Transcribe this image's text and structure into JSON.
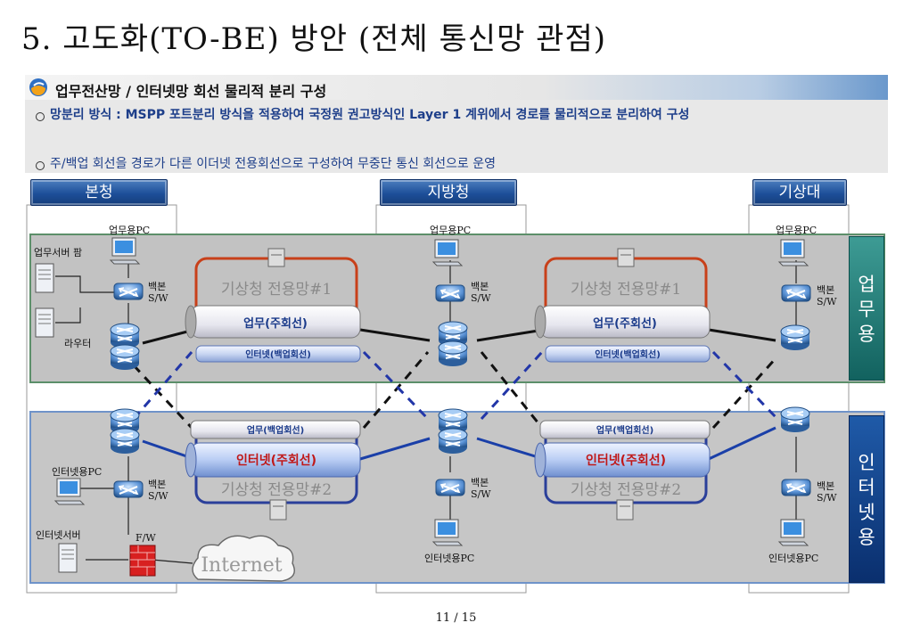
{
  "title": "5. 고도화(TO-BE) 방안 (전체 통신망 관점)",
  "section_title": "업무전산망 / 인터넷망 회선 물리적 분리 구성",
  "bullets": [
    "망분리 방식 : MSPP 포트분리 방식을 적용하여 국정원 권고방식인 Layer 1 계위에서 경로를 물리적으로 분리하여 구성",
    "주/백업 회선을 경로가 다른 이더넷 전용회선으로 구성하여 무중단 통신 회선으로 운영"
  ],
  "sites": {
    "hq": "본청",
    "regional": "지방청",
    "kma": "기상대"
  },
  "zones": {
    "business": "업무용",
    "internet": "인터넷용"
  },
  "labels": {
    "business_pc": "업무용PC",
    "server_farm": "업무서버 팜",
    "backbone_sw": "백본\nS/W",
    "router": "라우터",
    "internet_pc": "인터넷용PC",
    "internet_server": "인터넷서버",
    "firewall": "F/W",
    "internet": "Internet"
  },
  "networks": {
    "dedicated1": "기상청 전용망#1",
    "dedicated2": "기상청 전용망#2",
    "business_main": "업무(주회선)",
    "internet_backup": "인터넷(백업회선)",
    "business_backup": "업무(백업회선)",
    "internet_main": "인터넷(주회선)"
  },
  "colors": {
    "business_zone": "#2f8f88",
    "internet_zone": "#1a4f99",
    "net1_border": "#c8401a",
    "net2_border": "#2a3f9a",
    "main_text": "#1a3a8a",
    "red_text": "#c01818"
  },
  "page_number": "11 / 15"
}
